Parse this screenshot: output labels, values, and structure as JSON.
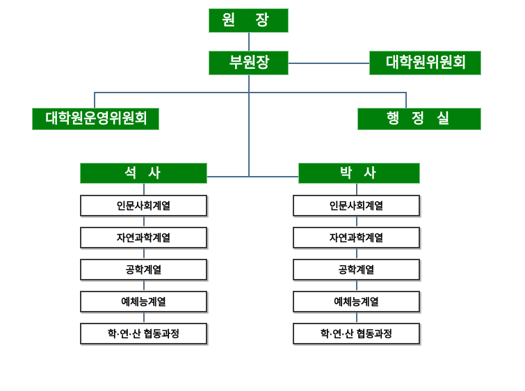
{
  "diagram": {
    "title": "Graduate School Organization Chart",
    "colors": {
      "box_fill": "#00800a",
      "box_border": "#7fc48a",
      "box_text": "#ffffff",
      "leaf_fill": "#ffffff",
      "leaf_border": "#3a3a3a",
      "leaf_text": "#000000",
      "connector": "#4a6d8c",
      "background": "#ffffff"
    },
    "nodes": {
      "director": "원 장",
      "vice_director": "부원장",
      "grad_committee": "대학원위원회",
      "grad_operating_committee": "대학원운영위원회",
      "admin_office": "행 정 실",
      "masters": "석 사",
      "doctorate": "박 사"
    },
    "masters_programs": [
      "인문사회계열",
      "자연과학계열",
      "공학계열",
      "예체능계열",
      "학·연·산 협동과정"
    ],
    "doctorate_programs": [
      "인문사회계열",
      "자연과학계열",
      "공학계열",
      "예체능계열",
      "학·연·산 협동과정"
    ]
  }
}
